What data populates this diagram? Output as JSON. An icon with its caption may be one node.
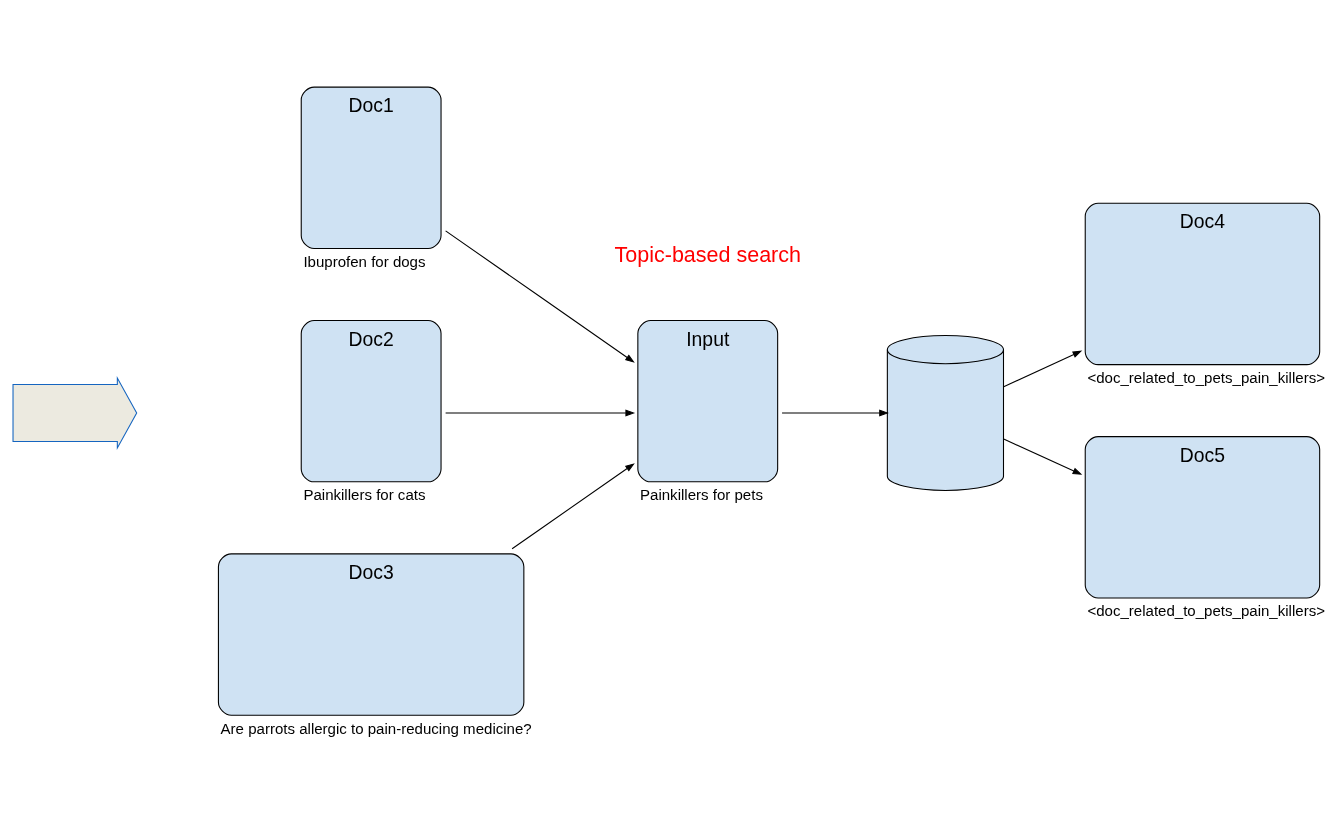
{
  "diagram": {
    "nodes": [
      {
        "text": [
          "Doc1"
        ],
        "beside": [
          "Ibuprofen for dogs"
        ]
      },
      {
        "text": [],
        "shape": "arrow"
      },
      {
        "text": [
          "Doc2"
        ],
        "beside": [
          "Painkillers for cats"
        ]
      },
      {
        "text": [
          "Doc3"
        ],
        "beside": [
          "Are parrots allergic to pain-reducing medicine?"
        ]
      },
      {
        "text": [
          "Input"
        ],
        "beside": [
          "Painkillers for pets"
        ]
      },
      {
        "text": [],
        "shape": "cylinder"
      },
      {
        "text": [
          "Doc4"
        ],
        "beside": [
          "<doc_related_to_pets_pain_killers>"
        ]
      },
      {
        "text": [
          "Doc5"
        ],
        "beside": [
          "<doc_related_to_pets_pain_killers>"
        ]
      }
    ],
    "edges": [
      {
        "from": 0,
        "to": 4,
        "arrow": "to"
      },
      {
        "from": 2,
        "to": 4,
        "arrow": "to"
      },
      {
        "from": 3,
        "to": 4,
        "arrow": "to"
      },
      {
        "from": 4,
        "to": 5,
        "arrow": "to"
      },
      {
        "from": 5,
        "to": 6,
        "arrow": "to"
      },
      {
        "from": 5,
        "to": 7,
        "arrow": "to"
      }
    ],
    "labels": [
      "Topic-based search"
    ]
  }
}
